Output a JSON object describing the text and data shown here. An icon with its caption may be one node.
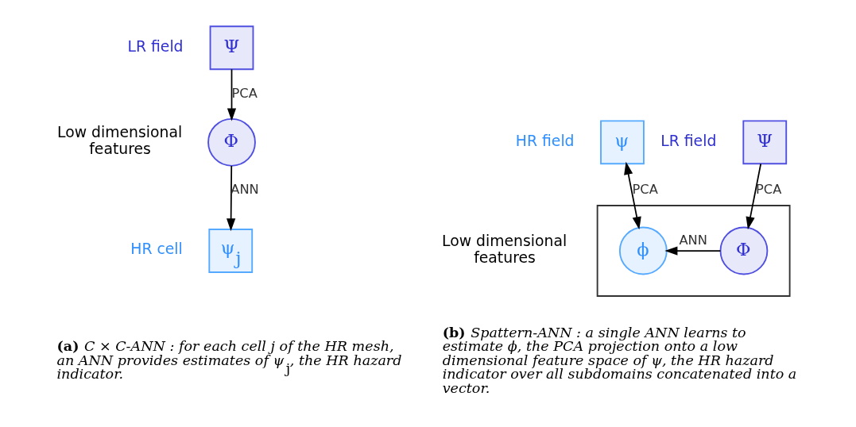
{
  "diagram": {
    "nodes": [
      {
        "text": [
          "Ψ"
        ],
        "beside": [
          "LR field"
        ]
      },
      {
        "text": [
          "Φ"
        ],
        "beside": [
          "Low dimensional features"
        ]
      },
      {
        "text": [
          "ψ$_{j}$"
        ],
        "beside": [
          "HR cell"
        ]
      },
      {
        "text": [
          "Ψ"
        ],
        "beside": [
          "LR field"
        ]
      },
      {
        "text": [
          "ψ"
        ],
        "beside": [
          "HR field"
        ]
      },
      {
        "text": [],
        "shape": "box",
        "beside": [
          "Low dimensional features"
        ]
      },
      {
        "text": [
          "Φ"
        ],
        "in": 5
      },
      {
        "text": [
          "ϕ"
        ],
        "in": 5
      }
    ],
    "edges": [
      {
        "from": 0,
        "to": 1,
        "arrow": "to",
        "label": "PCA"
      },
      {
        "from": 1,
        "to": 2,
        "arrow": "to",
        "label": "ANN"
      },
      {
        "from": 3,
        "to": 6,
        "arrow": "to",
        "label": "PCA"
      },
      {
        "from": 4,
        "to": 7,
        "arrow": "both",
        "label": "PCA"
      },
      {
        "from": 6,
        "to": 7,
        "arrow": "to",
        "label": "ANN"
      }
    ],
    "labels": [
      "**(a)** C × C-ANN : for each cell j of the HR mesh, an ANN provides estimates of ψ$_{j}$, the HR hazard indicator.",
      "**(b)** Spattern-ANN : a single ANN learns to estimate ϕ, the PCA projection onto a low dimensional feature space of ψ, the HR hazard indicator over all subdomains concatenated into a vector."
    ]
  }
}
